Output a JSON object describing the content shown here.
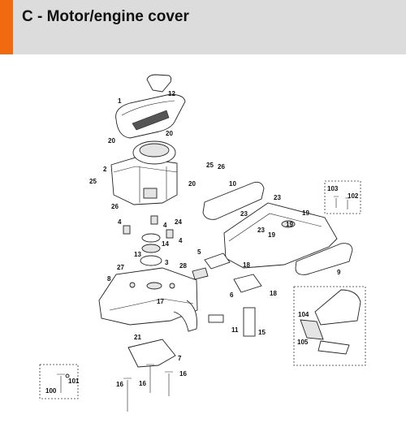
{
  "header": {
    "title": "C - Motor/engine cover",
    "accent_color": "#f26a10",
    "background_color": "#dcdcdc"
  },
  "diagram": {
    "callouts": [
      "1",
      "12",
      "20",
      "20",
      "20",
      "25",
      "26",
      "10",
      "2",
      "25",
      "26",
      "103",
      "102",
      "23",
      "23",
      "23",
      "19",
      "19",
      "19",
      "4",
      "4",
      "4",
      "24",
      "14",
      "3",
      "13",
      "5",
      "28",
      "27",
      "8",
      "17",
      "18",
      "6",
      "18",
      "9",
      "104",
      "105",
      "21",
      "11",
      "15",
      "7",
      "16",
      "16",
      "16",
      "100",
      "101"
    ]
  }
}
